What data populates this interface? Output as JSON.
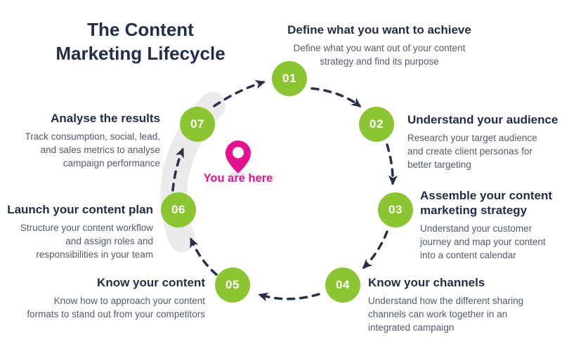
{
  "title": "The Content\nMarketing Lifecycle",
  "colors": {
    "green": "#8cc532",
    "pink": "#e5128f",
    "navy": "#222e49",
    "body_text": "#515b6c",
    "track_gray": "#ebebeb",
    "arrow": "#273148"
  },
  "center": {
    "pin_icon": "map-pin-icon",
    "label": "You are here"
  },
  "steps": [
    {
      "number": "01",
      "title": "Define what you want to achieve",
      "description": "Define what you want out of your content\nstrategy and find its purpose"
    },
    {
      "number": "02",
      "title": "Understand your audience",
      "description": "Research your target audience\nand create client personas for\nbetter targeting"
    },
    {
      "number": "03",
      "title": "Assemble your content\nmarketing strategy",
      "description": "Understand your customer\njourney and map your content\ninto a content calendar"
    },
    {
      "number": "04",
      "title": "Know your channels",
      "description": "Understand how the different sharing\nchannels can work together in an\nintegrated campaign"
    },
    {
      "number": "05",
      "title": "Know your content",
      "description": "Know how to approach your content\nformats to stand out from your competitors"
    },
    {
      "number": "06",
      "title": "Launch your content plan",
      "description": "Structure your content workflow\nand assign roles and\nresponsibilities in your team"
    },
    {
      "number": "07",
      "title": "Analyse the results",
      "description": "Track consumption, social, lead,\nand sales metrics to analyse\ncampaign performance"
    }
  ]
}
